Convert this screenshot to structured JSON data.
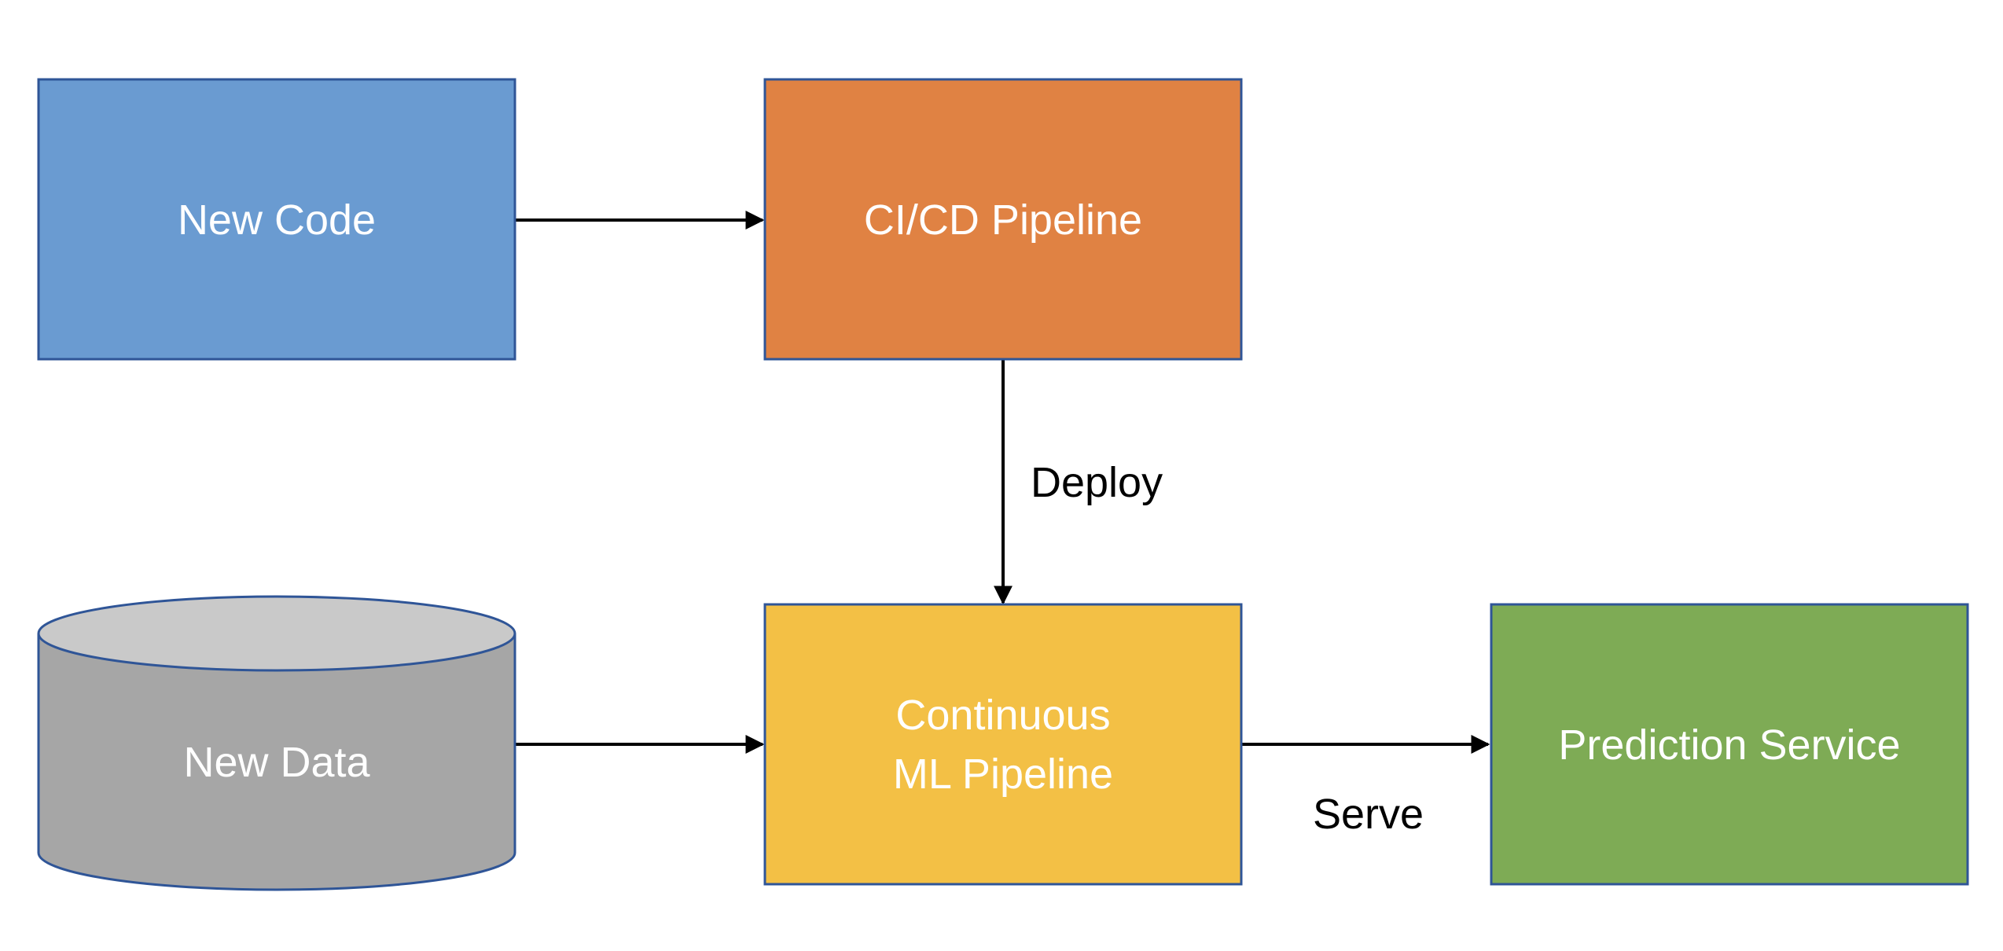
{
  "diagram": {
    "nodes": {
      "new_code": {
        "label": "New Code",
        "shape": "rectangle",
        "color": "#6A9BD1"
      },
      "cicd_pipeline": {
        "label": "CI/CD Pipeline",
        "shape": "rectangle",
        "color": "#E08243"
      },
      "new_data": {
        "label": "New Data",
        "shape": "cylinder",
        "color": "#A6A6A6",
        "top_color": "#C9C9C9"
      },
      "continuous_ml_pipeline": {
        "label_line1": "Continuous",
        "label_line2": "ML Pipeline",
        "shape": "rectangle",
        "color": "#F3C045"
      },
      "prediction_service": {
        "label": "Prediction Service",
        "shape": "rectangle",
        "color": "#7EAB55"
      }
    },
    "edges": [
      {
        "from": "New Code",
        "to": "CI/CD Pipeline",
        "label": ""
      },
      {
        "from": "CI/CD Pipeline",
        "to": "Continuous ML Pipeline",
        "label": "Deploy"
      },
      {
        "from": "New Data",
        "to": "Continuous ML Pipeline",
        "label": ""
      },
      {
        "from": "Continuous ML Pipeline",
        "to": "Prediction Service",
        "label": "Serve"
      }
    ],
    "border_color": "#2F5597",
    "arrow_color": "#000000"
  }
}
